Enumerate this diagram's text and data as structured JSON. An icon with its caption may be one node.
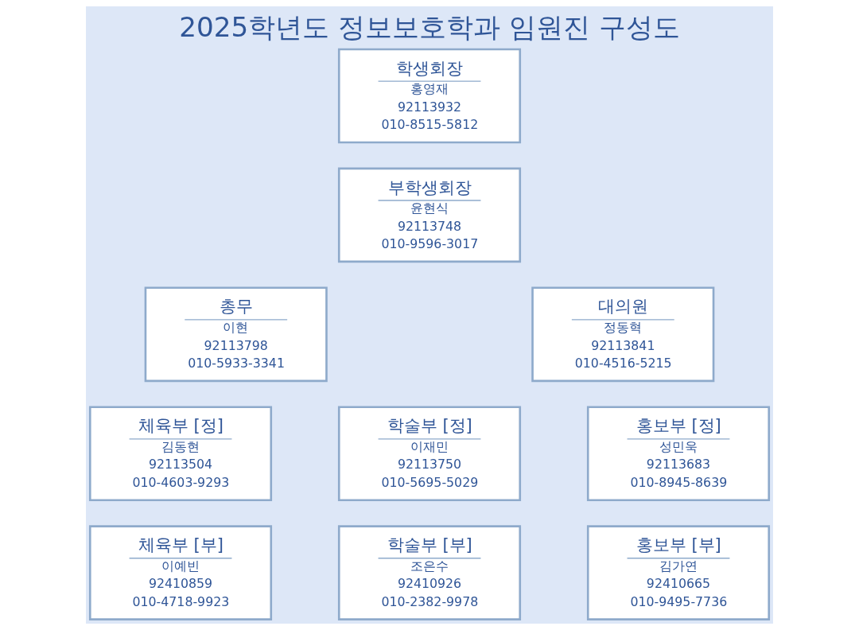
{
  "diagram": {
    "title": "2025학년도 정보보호학과 임원진 구성도",
    "nodes": [
      {
        "text": [
          "학생회장",
          "홍영재",
          "92113932",
          "010-8515-5812"
        ]
      },
      {
        "text": [
          "부학생회장",
          "윤현식",
          "92113748",
          "010-9596-3017"
        ]
      },
      {
        "text": [
          "총무",
          "이현",
          "92113798",
          "010-5933-3341"
        ]
      },
      {
        "text": [
          "대의원",
          "정동혁",
          "92113841",
          "010-4516-5215"
        ]
      },
      {
        "text": [
          "체육부 [정]",
          "김동현",
          "92113504",
          "010-4603-9293"
        ]
      },
      {
        "text": [
          "학술부 [정]",
          "이재민",
          "92113750",
          "010-5695-5029"
        ]
      },
      {
        "text": [
          "홍보부 [정]",
          "성민욱",
          "92113683",
          "010-8945-8639"
        ]
      },
      {
        "text": [
          "체육부 [부]",
          "이예빈",
          "92410859",
          "010-4718-9923"
        ]
      },
      {
        "text": [
          "학술부 [부]",
          "조은수",
          "92410926",
          "010-2382-9978"
        ]
      },
      {
        "text": [
          "홍보부 [부]",
          "김가연",
          "92410665",
          "010-9495-7736"
        ]
      }
    ],
    "edges": []
  }
}
